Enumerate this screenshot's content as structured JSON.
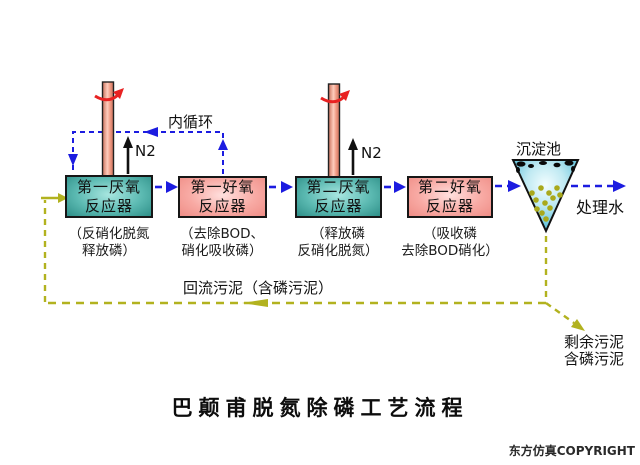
{
  "title": "巴颠甫脱氮除磷工艺流程",
  "copyright": "东方仿真COPYRIGHT",
  "reactors": [
    {
      "line1": "第一厌氧",
      "line2": "反应器",
      "caption1": "（反硝化脱氮",
      "caption2": "释放磷）"
    },
    {
      "line1": "第一好氧",
      "line2": "反应器",
      "caption1": "（去除BOD、",
      "caption2": "硝化吸收磷）"
    },
    {
      "line1": "第二厌氧",
      "line2": "反应器",
      "caption1": "（释放磷",
      "caption2": "反硝化脱氮）"
    },
    {
      "line1": "第二好氧",
      "line2": "反应器",
      "caption1": "（吸收磷",
      "caption2": "去除BOD硝化）"
    }
  ],
  "labels": {
    "internal_circulation": "内循环",
    "n2_first": "N2",
    "n2_second": "N2",
    "settling_tank": "沉淀池",
    "treated_water": "处理水",
    "return_sludge": "回流污泥（含磷污泥）",
    "excess_sludge_line1": "剩余污泥",
    "excess_sludge_line2": "含磷污泥"
  },
  "colors": {
    "flow_blue": "#1c1ce0",
    "sludge_olive": "#b2b21f",
    "anaerobic_teal": "#2e8f88",
    "aerobic_pink": "#ef8d86",
    "mixer_salmon": "#f5a28e",
    "rotation_red": "#e82222",
    "tank_blue": "#3fa9c8",
    "text_black": "#111111"
  }
}
